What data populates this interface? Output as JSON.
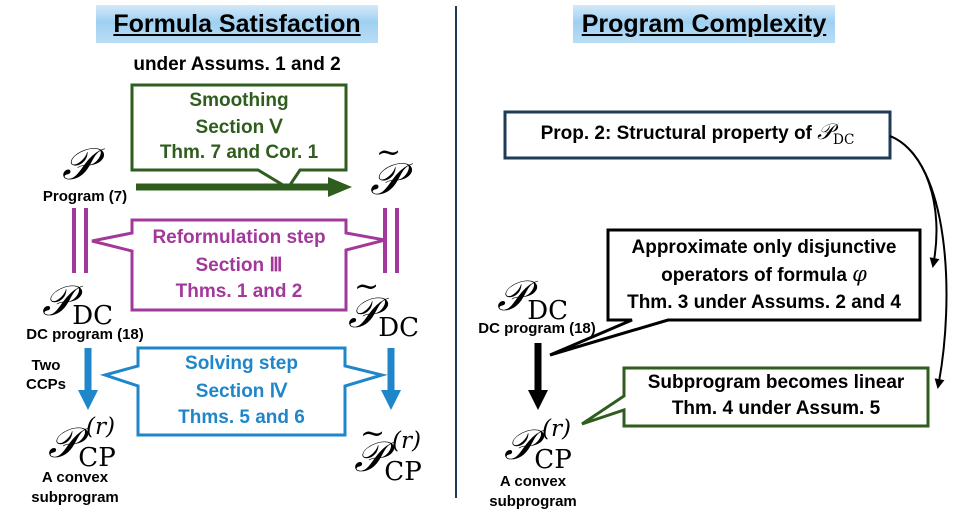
{
  "left": {
    "header": "Formula Satisfaction",
    "subheader": "under Assums. 1 and 2",
    "smoothing": {
      "line1": "Smoothing",
      "line2": "Section Ⅴ",
      "line3": "Thm. 7 and Cor. 1"
    },
    "reformulation": {
      "line1": "Reformulation step",
      "line2": "Section Ⅲ",
      "line3": "Thms. 1 and 2"
    },
    "solving": {
      "line1": "Solving step",
      "line2": "Section Ⅳ",
      "line3": "Thms. 5 and 6"
    },
    "program_label": "Program (7)",
    "dc_label": "DC program (18)",
    "two_ccps_1": "Two",
    "two_ccps_2": "CCPs",
    "convex_1": "A convex",
    "convex_2": "subprogram",
    "symbols": {
      "p": "𝒫",
      "dc_sub": "DC",
      "cp_sub": "CP",
      "r_sup": "(r)",
      "tilde": "~"
    }
  },
  "right": {
    "header": "Program Complexity",
    "prop2": "Prop. 2: Structural property of ",
    "approx_1": "Approximate only disjunctive",
    "approx_2": "operators of formula ",
    "approx_phi": "φ",
    "approx_3": "Thm. 3 under Assums. 2 and 4",
    "linear_1": "Subprogram becomes linear",
    "linear_2": "Thm. 4 under Assum. 5",
    "dc_label": "DC program (18)",
    "convex_1": "A convex",
    "convex_2": "subprogram"
  },
  "colors": {
    "green": "#2f5d1e",
    "purple": "#a2399a",
    "blue": "#1e86c9",
    "navy": "#1f3b57",
    "header_bg": "#9fd0f1"
  }
}
